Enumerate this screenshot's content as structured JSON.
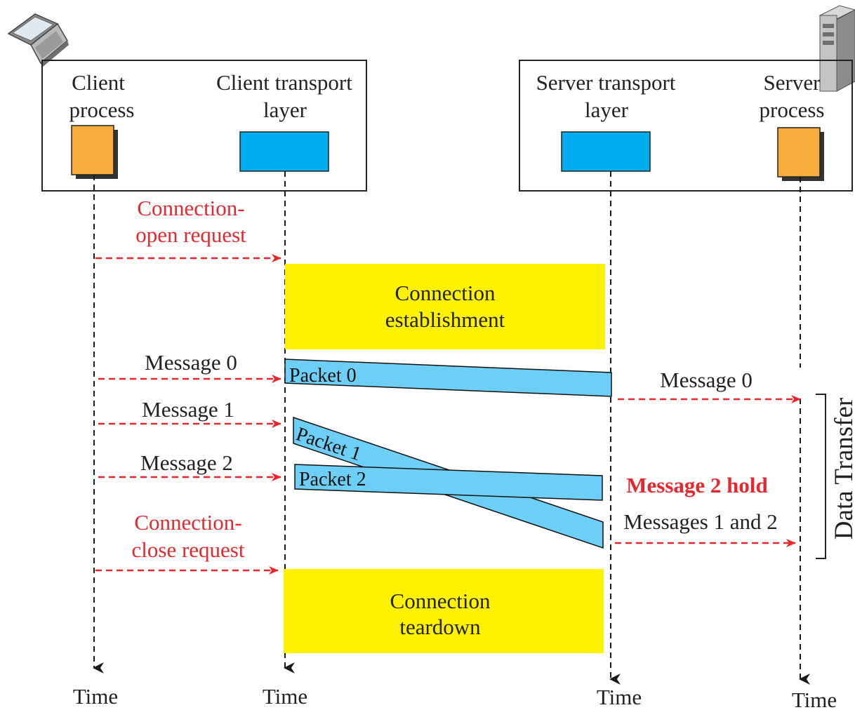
{
  "entities": {
    "client_process": [
      "Client",
      "process"
    ],
    "client_transport": [
      "Client transport",
      "layer"
    ],
    "server_transport": [
      "Server transport",
      "layer"
    ],
    "server_process": [
      "Server",
      "process"
    ]
  },
  "phases": {
    "establishment": [
      "Connection",
      "establishment"
    ],
    "teardown": [
      "Connection",
      "teardown"
    ]
  },
  "requests": {
    "open": [
      "Connection-",
      "open request"
    ],
    "close": [
      "Connection-",
      "close request"
    ]
  },
  "client_messages": [
    "Message  0",
    "Message  1",
    "Message  2"
  ],
  "packets": [
    "Packet 0",
    "Packet 1",
    "Packet 2"
  ],
  "server_messages": {
    "msg0": "Message  0",
    "hold": "Message 2 hold",
    "msgs12": "Messages 1 and 2"
  },
  "side_label": "Data Transfer",
  "time_labels": [
    "Time",
    "Time",
    "Time",
    "Time"
  ],
  "colors": {
    "process": "#f9ac3c",
    "transport": "#00aeef",
    "packet": "#6dcff6",
    "phase": "#fff200",
    "request_arrow": "#e8262d",
    "lifeline": "#1a1a1a"
  },
  "icons": {
    "client_device": "laptop-icon",
    "server_device": "server-tower-icon"
  }
}
